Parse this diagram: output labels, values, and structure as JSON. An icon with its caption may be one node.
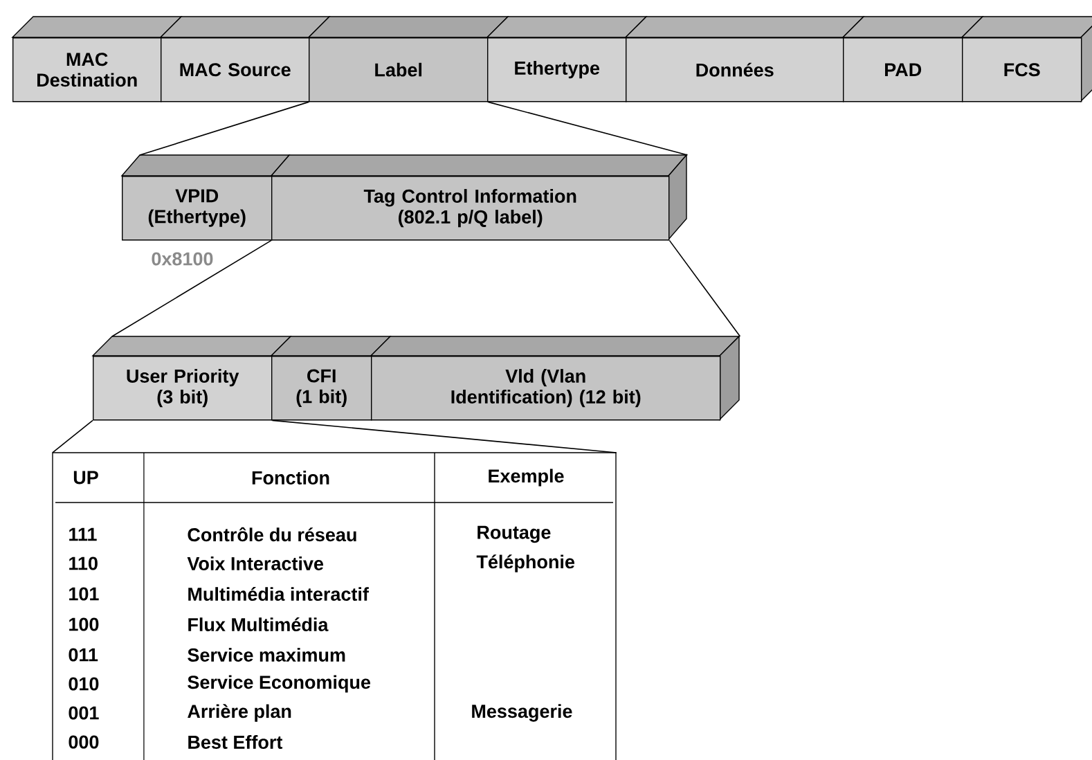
{
  "diagram": {
    "nodes": [
      {
        "text": [
          "MAC Destination"
        ]
      },
      {
        "text": [
          "MAC Source"
        ]
      },
      {
        "text": [
          "Label"
        ]
      },
      {
        "text": [
          "Ethertype"
        ]
      },
      {
        "text": [
          "Données"
        ]
      },
      {
        "text": [
          "PAD"
        ]
      },
      {
        "text": [
          "FCS"
        ]
      },
      {
        "text": [
          "VPID (Ethertype)"
        ]
      },
      {
        "text": [
          "Tag Control Information (802.1 p/Q label)"
        ]
      },
      {
        "text": [
          "User Priority (3 bit)"
        ]
      },
      {
        "text": [
          "CFI (1 bit)"
        ]
      },
      {
        "text": [
          "Vld (Vlan Identification) (12 bit)"
        ]
      },
      {
        "text": [],
        "shape": "box"
      }
    ],
    "edges": [
      {
        "from": 2,
        "to": 7,
        "arrow": "none"
      },
      {
        "from": 2,
        "to": 8,
        "arrow": "none"
      },
      {
        "from": 8,
        "to": 9,
        "arrow": "none"
      },
      {
        "from": 8,
        "to": 11,
        "arrow": "none"
      },
      {
        "from": 9,
        "to": 12,
        "arrow": "none"
      },
      {
        "from": 9,
        "to": 12,
        "arrow": "none"
      }
    ],
    "labels": [
      "0x8100",
      "UP",
      "Fonction",
      "Exemple",
      "111",
      "Contrôle du réseau",
      "Routage",
      "110",
      "Voix Interactive",
      "Téléphonie",
      "101",
      "Multimédia interactif",
      "100",
      "Flux Multimédia",
      "011",
      "Service maximum",
      "010",
      "Service Economique",
      "001",
      "Arrière plan",
      "Messagerie",
      "000",
      "Best Effort"
    ]
  }
}
